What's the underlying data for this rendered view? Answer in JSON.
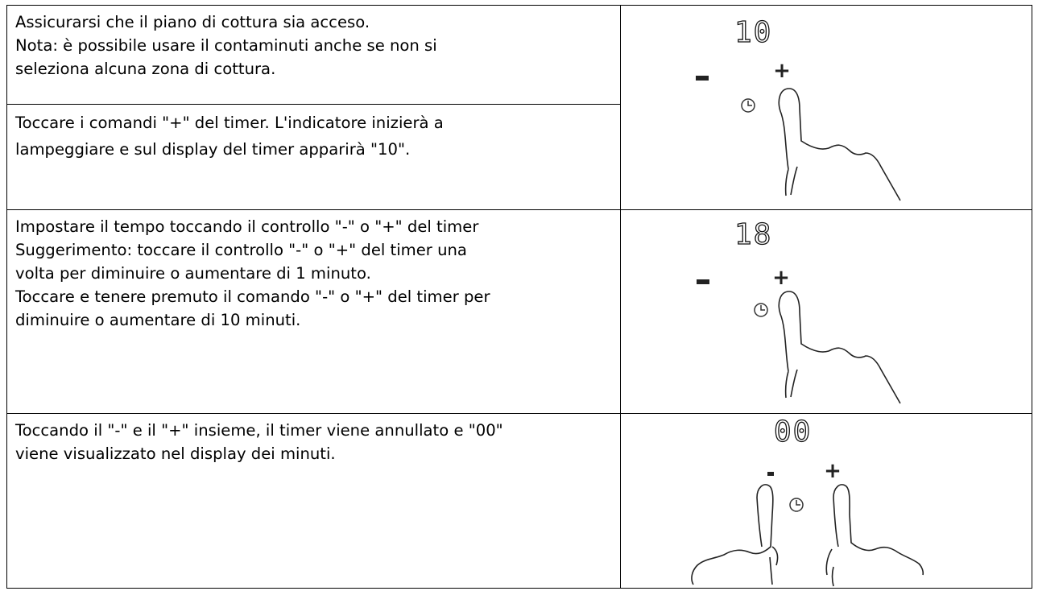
{
  "rows": [
    {
      "lines": [
        "Assicurarsi che il piano di cottura sia acceso.",
        "Nota: è possibile usare il contaminuti anche se non si",
        "seleziona alcuna zona di cottura."
      ]
    },
    {
      "lines": [
        "Toccare i comandi \"+\" del timer. L'indicatore inizierà a",
        "lampeggiare e sul display del timer apparirà \"10\"."
      ]
    },
    {
      "lines": [
        "Impostare il tempo toccando il controllo \"-\" o \"+\" del timer",
        "Suggerimento: toccare il controllo \"-\" o \"+\" del timer una",
        "volta per diminuire o aumentare di 1 minuto.",
        "Toccare e tenere premuto il comando \"-\" o \"+\" del timer per",
        "diminuire o aumentare di 10 minuti."
      ]
    },
    {
      "lines": [
        "Toccando il \"-\" e il \"+\" insieme, il timer viene annullato e \"00\"",
        "viene visualizzato nel display dei minuti."
      ]
    }
  ],
  "figures": [
    {
      "display": "10",
      "controls": [
        "-",
        "+"
      ],
      "icon": "clock-icon",
      "touch": "plus"
    },
    {
      "display": "18",
      "controls": [
        "-",
        "+"
      ],
      "icon": "clock-icon",
      "touch": "plus"
    },
    {
      "display": "00",
      "controls": [
        "-",
        "+"
      ],
      "icon": "clock-icon",
      "touch": "both"
    }
  ]
}
